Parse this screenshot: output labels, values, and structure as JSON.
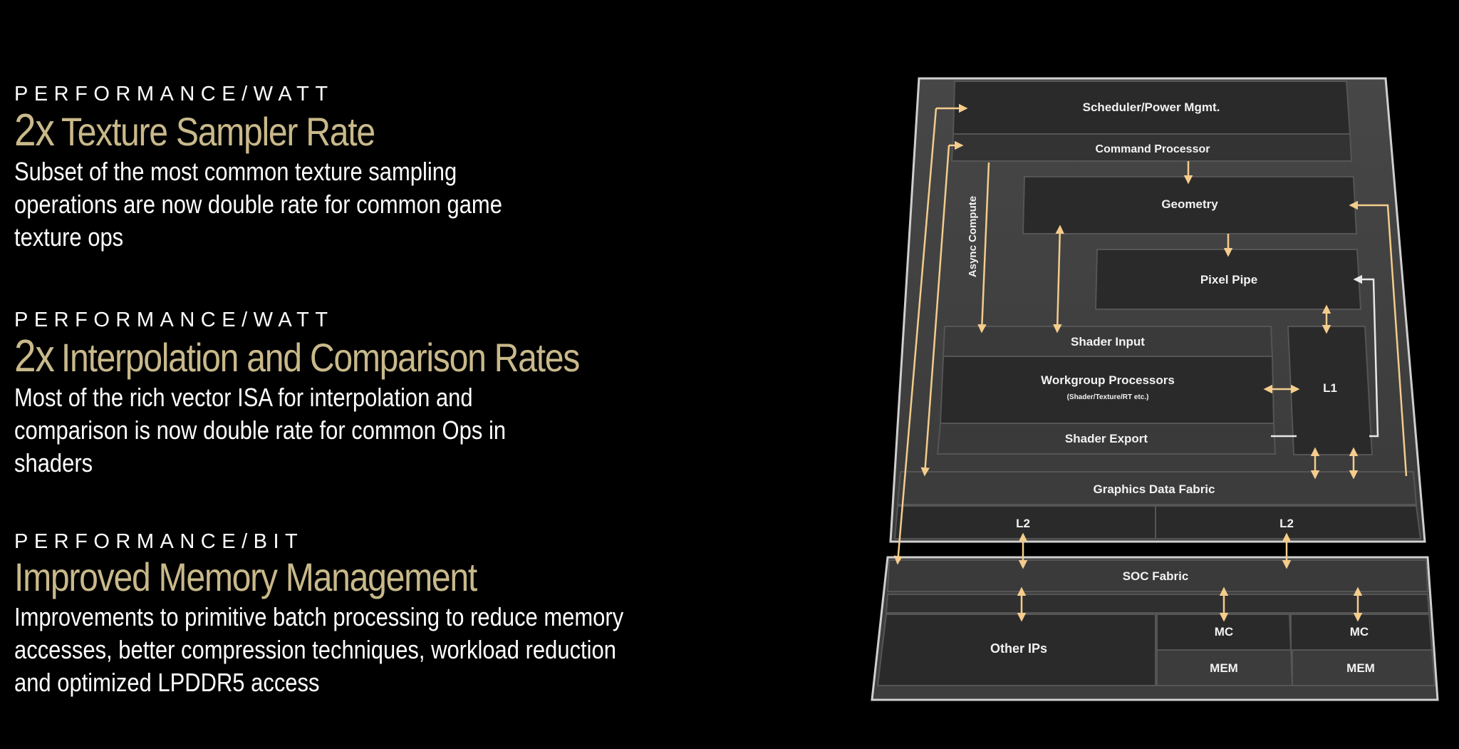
{
  "sections": [
    {
      "eyebrow": "PERFORMANCE/WATT",
      "multiplier": "2x",
      "headline": "Texture Sampler Rate",
      "body": [
        "Subset of the most common texture sampling",
        "operations are now double rate for common game",
        "texture ops"
      ]
    },
    {
      "eyebrow": "PERFORMANCE/WATT",
      "multiplier": "2x",
      "headline": "Interpolation and Comparison Rates",
      "body": [
        "Most of the rich vector ISA for interpolation and",
        "comparison is now double rate for common Ops in",
        "shaders"
      ]
    },
    {
      "eyebrow": "PERFORMANCE/BIT",
      "multiplier": "",
      "headline": "Improved Memory Management",
      "body": [
        "Improvements to primitive batch processing to reduce memory",
        "accesses, better compression techniques, workload reduction",
        "and optimized LPDDR5 access"
      ]
    }
  ],
  "diagram": {
    "scheduler": "Scheduler/Power Mgmt.",
    "command_processor": "Command Processor",
    "geometry": "Geometry",
    "async_compute": "Async Compute",
    "pixel_pipe": "Pixel Pipe",
    "shader_input": "Shader Input",
    "workgroup_processors": "Workgroup Processors",
    "workgroup_sub": "(Shader/Texture/RT etc.)",
    "shader_export": "Shader Export",
    "l1": "L1",
    "graphics_data_fabric": "Graphics Data Fabric",
    "l2_left": "L2",
    "l2_right": "L2",
    "soc_fabric": "SOC Fabric",
    "other_ips": "Other IPs",
    "mc_left": "MC",
    "mc_right": "MC",
    "mem_left": "MEM",
    "mem_right": "MEM"
  },
  "colors": {
    "accent": "#c9b98a",
    "arrow": "#f4cc8c",
    "block": "#2d2d2d",
    "panel": "#3f3f3f"
  }
}
